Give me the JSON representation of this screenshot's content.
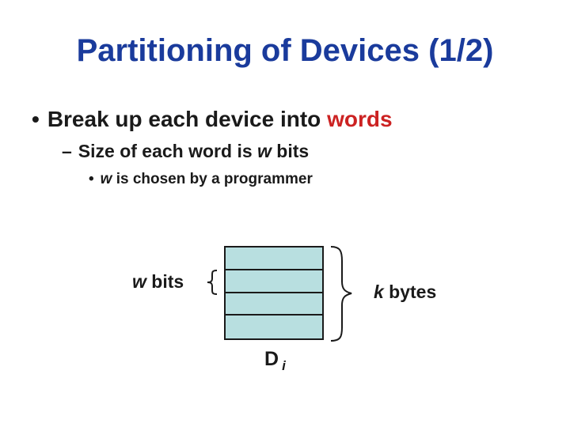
{
  "slide": {
    "title": "Partitioning of Devices (1/2)",
    "bullets": {
      "level1": {
        "mark": "•",
        "text_before": "Break up each device into ",
        "highlight": "words"
      },
      "level2": {
        "mark": "–",
        "text_before": "Size of each word is ",
        "var": "w",
        "text_after": " bits"
      },
      "level3": {
        "mark": "•",
        "var": "w",
        "text_after": " is chosen by a programmer"
      }
    },
    "diagram": {
      "word_label_var": "w",
      "word_label_text": " bits",
      "size_label_var": "k",
      "size_label_text": " bytes",
      "device_label": "D",
      "device_subscript": "i",
      "rows": 4
    }
  },
  "colors": {
    "title": "#1a3b9c",
    "highlight": "#cc2222",
    "device_fill": "#b8dfe0",
    "text": "#1a1a1a"
  }
}
